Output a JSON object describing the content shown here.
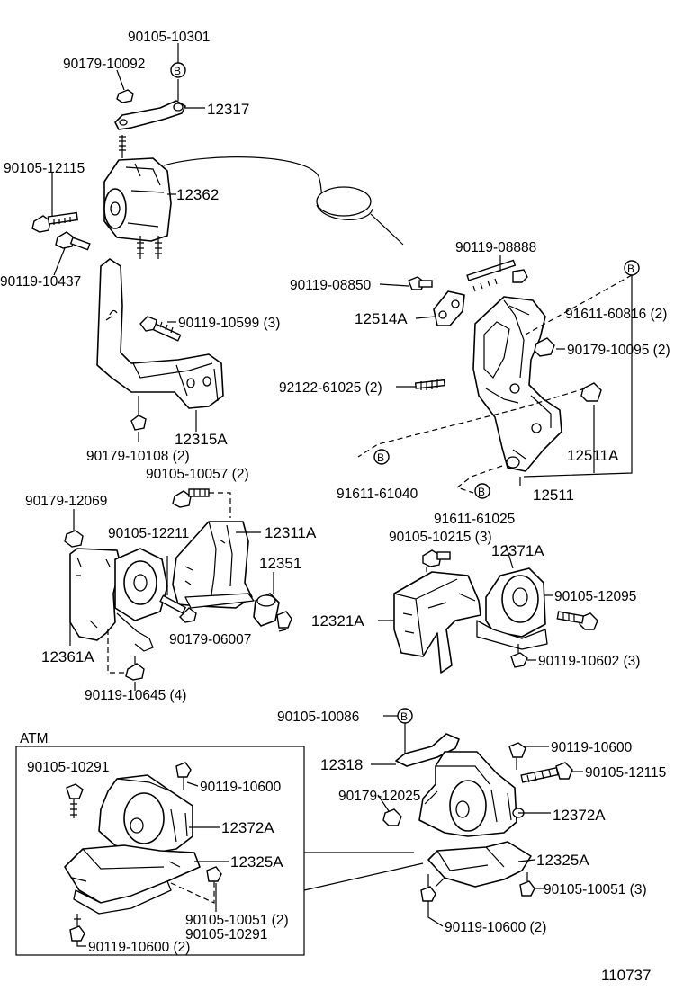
{
  "labels": {
    "l90105_10301": "90105-10301",
    "l90179_10092": "90179-10092",
    "l12317": "12317",
    "l90105_12115_top": "90105-12115",
    "l12362": "12362",
    "l90119_10437": "90119-10437",
    "l90119_10599": "90119-10599 (3)",
    "l12315A": "12315A",
    "l90179_10108": "90179-10108 (2)",
    "l90105_10057": "90105-10057 (2)",
    "l90179_12069": "90179-12069",
    "l90105_12211": "90105-12211",
    "l12311A": "12311A",
    "l12351": "12351",
    "l12361A": "12361A",
    "l90179_06007": "90179-06007",
    "l90119_10645": "90119-10645 (4)",
    "l90119_08888": "90119-08888",
    "l90119_08850": "90119-08850",
    "l12514A": "12514A",
    "l91611_60816": "91611-60816 (2)",
    "l90179_10095": "90179-10095 (2)",
    "l92122_61025": "92122-61025 (2)",
    "l12511A": "12511A",
    "l91611_61040": "91611-61040",
    "l12511": "12511",
    "l91611_61025": "91611-61025",
    "l90105_10215": "90105-10215 (3)",
    "l12371A": "12371A",
    "l90105_12095": "90105-12095",
    "l12321A": "12321A",
    "l90119_10602": "90119-10602 (3)",
    "l90105_10086": "90105-10086",
    "l12318": "12318",
    "l90119_10600_r": "90119-10600",
    "l90105_12115_r": "90105-12115",
    "l90179_12025": "90179-12025",
    "l12372A_r": "12372A",
    "l12325A_r": "12325A",
    "l90105_10051_r": "90105-10051 (3)",
    "l90119_10600_r2": "90119-10600 (2)",
    "atm": "ATM",
    "l90105_10291_box": "90105-10291",
    "l90119_10600_box": "90119-10600",
    "l12372A_box": "12372A",
    "l12325A_box": "12325A",
    "l90105_10051_box": "90105-10051 (2)",
    "l90105_10291_box2": "90105-10291",
    "l90119_10600_box2": "90119-10600 (2)",
    "figure_number": "110737"
  },
  "badge_letter": "B"
}
